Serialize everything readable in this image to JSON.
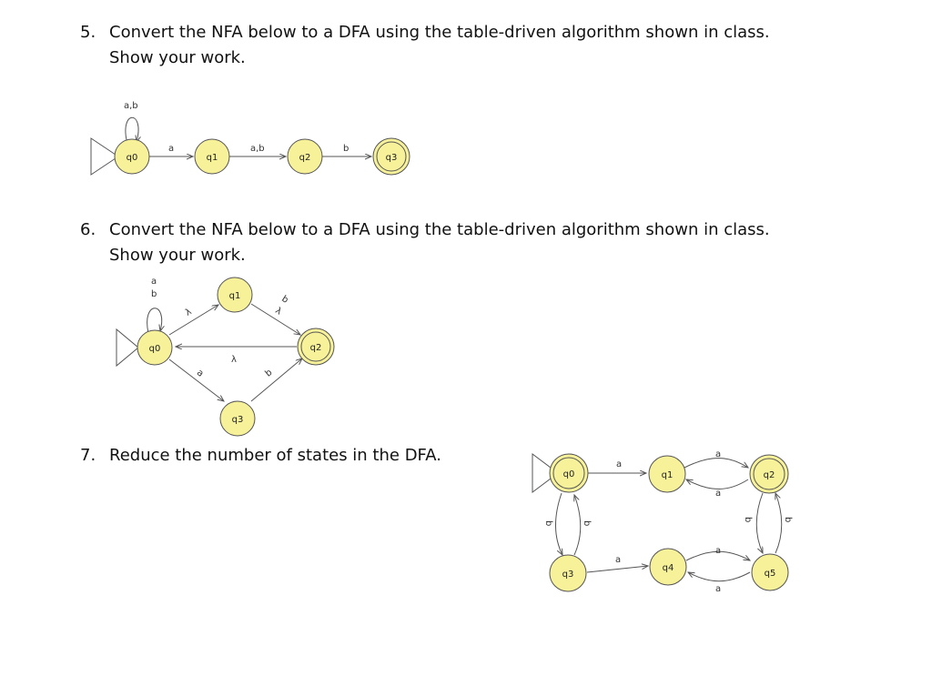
{
  "problems": [
    {
      "number": "5.",
      "line1": "Convert the NFA below to a DFA using the table-driven algorithm shown in class.",
      "line2": "Show your work."
    },
    {
      "number": "6.",
      "line1": "Convert the NFA below to a DFA using the table-driven algorithm shown in class.",
      "line2": "Show your work."
    },
    {
      "number": "7.",
      "line1": "Reduce the number of states in the DFA.",
      "line2": ""
    }
  ],
  "diagram5": {
    "states": [
      "q0",
      "q1",
      "q2",
      "q3"
    ],
    "labels": {
      "loop_q0": "a,b",
      "q0_q1": "a",
      "q1_q2": "a,b",
      "q2_q3": "b"
    },
    "final_states": [
      "q3"
    ]
  },
  "diagram6": {
    "states": [
      "q0",
      "q1",
      "q2",
      "q3"
    ],
    "labels": {
      "loop_a": "a",
      "loop_b": "b",
      "q0_q1": "λ",
      "q1_q2_b": "b",
      "q1_q2_l": "λ",
      "q2_q0": "λ",
      "q0_q3": "a",
      "q3_q2": "b"
    },
    "final_states": [
      "q2"
    ]
  },
  "diagram7": {
    "states": [
      "q0",
      "q1",
      "q2",
      "q3",
      "q4",
      "q5"
    ],
    "labels": {
      "q0_q1": "a",
      "q1_q2_top": "a",
      "q2_q1_bot": "a",
      "q0_q3_l": "b",
      "q0_q3_r": "b",
      "q3_q4": "a",
      "q4_q5_top": "a",
      "q5_q4_bot": "a",
      "q2_q5_l": "b",
      "q2_q5_r": "b"
    },
    "final_states": [
      "q0",
      "q2"
    ]
  },
  "colors": {
    "state_fill": "#f7f29a",
    "state_stroke": "#555555",
    "edge": "#555555"
  }
}
